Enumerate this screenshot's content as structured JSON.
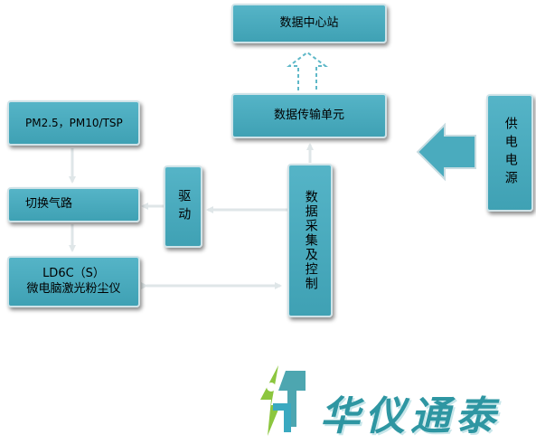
{
  "nodes": {
    "data_center": "数据中心站",
    "data_transfer": "数据传输单元",
    "power_supply": "供电电源",
    "pm_select": "PM2.5，PM10/TSP",
    "gas_switch": "切换气路",
    "drive": "驱动",
    "acquisition_control": "数据采集及控制",
    "dust_meter_line1": "LD6C（S）",
    "dust_meter_line2": "微电脑激光粉尘仪"
  },
  "logo": {
    "text": "华仪通泰"
  },
  "colors": {
    "box_fill": "#4aabbe",
    "box_border": "#cfe3e8",
    "arrow": "#dde7ea",
    "logo_text": "#2e96a2",
    "logo_accent": "#8cc63f"
  }
}
